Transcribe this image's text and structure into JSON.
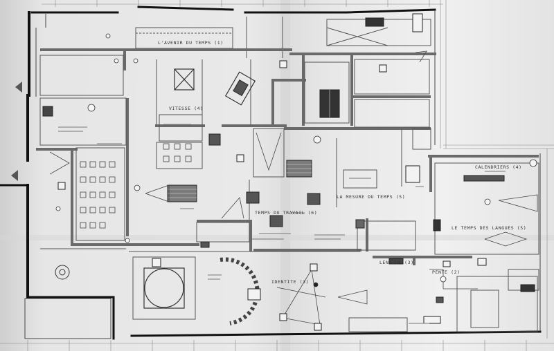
{
  "plan": {
    "rooms": [
      {
        "id": "avenir",
        "label": "L'AVENIR DU TEMPS (1)"
      },
      {
        "id": "vitesse",
        "label": "VITESSE (4)"
      },
      {
        "id": "mesure",
        "label": "LA MESURE DU TEMPS (5)"
      },
      {
        "id": "calendriers",
        "label": "CALENDRIERS (4)"
      },
      {
        "id": "temps_travail",
        "label": "TEMPS DU TRAVAIL (6)"
      },
      {
        "id": "temps_langues",
        "label": "LE TEMPS DES LANGUES (5)"
      },
      {
        "id": "identite",
        "label": "IDENTITE (3)"
      },
      {
        "id": "pente",
        "label": "PENTE (2)"
      },
      {
        "id": "lenteur",
        "label": "LENTEUR (3)"
      }
    ]
  },
  "colors": {
    "wall": "#111111",
    "partition": "#6a6a6a",
    "thin": "#555555",
    "paper": "#e9e9e9"
  }
}
